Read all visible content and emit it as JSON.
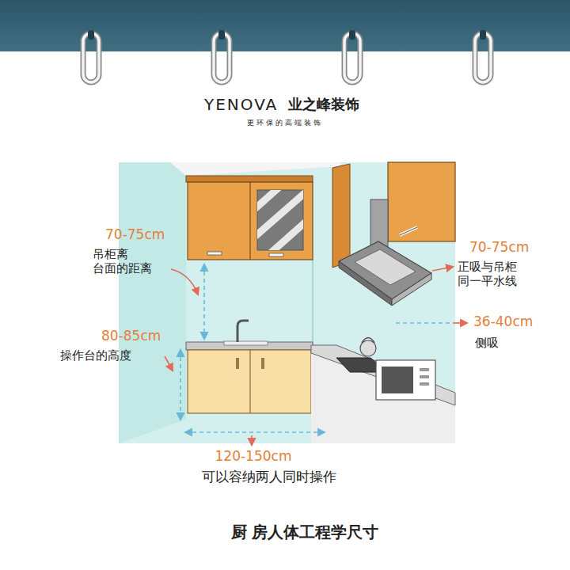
{
  "diagram": {
    "title": "厨 房人体工程学尺寸",
    "labels": [
      "YENOVA",
      "业之峰装饰",
      "更环保的高端装饰",
      "70-75cm",
      "吊柜离 台面的距离",
      "80-85cm",
      "操作台的高度",
      "70-75cm",
      "正吸与吊柜 同一平水线",
      "36-40cm",
      "侧吸",
      "120-150cm",
      "可以容纳两人同时操作"
    ]
  }
}
